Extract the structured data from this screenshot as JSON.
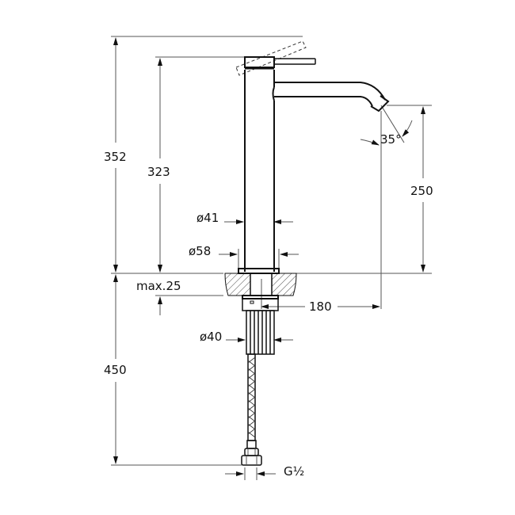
{
  "drawing": {
    "type": "technical-dimension-drawing",
    "subject": "tall basin mixer faucet",
    "units": "mm",
    "line_color": "#111111",
    "background": "#ffffff",
    "dimensions": {
      "total_height": "352",
      "body_height": "323",
      "spout_height": "250",
      "spout_reach": "180",
      "spout_angle": "35°",
      "body_diameter": "ø41",
      "base_diameter": "ø58",
      "counter_thickness": "max.25",
      "shank_diameter": "ø40",
      "below_counter_length": "450",
      "connection_thread": "G½"
    }
  }
}
